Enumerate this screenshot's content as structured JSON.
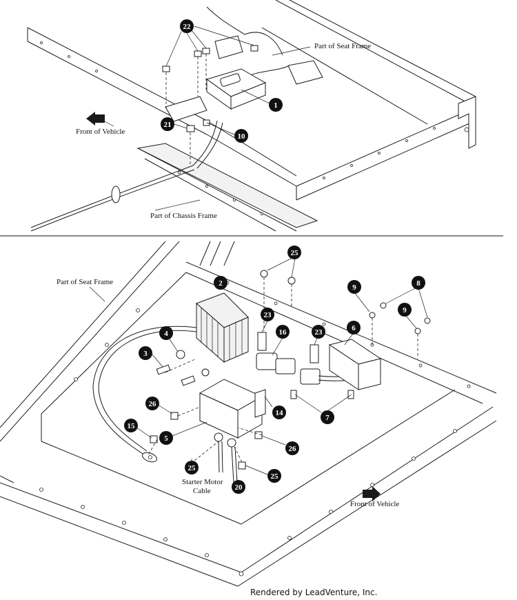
{
  "top_view": {
    "labels": {
      "seat_frame": "Part of Seat Frame",
      "chassis_frame": "Part of Chassis Frame",
      "front": "Front of Vehicle"
    },
    "callouts": [
      "22",
      "1",
      "21",
      "10"
    ]
  },
  "bottom_view": {
    "labels": {
      "seat_frame": "Part of Seat Frame",
      "front": "Front of Vehicle",
      "starter_cable_line1": "Starter Motor",
      "starter_cable_line2": "Cable"
    },
    "callouts": [
      "25",
      "2",
      "9",
      "8",
      "9",
      "23",
      "16",
      "23",
      "6",
      "4",
      "3",
      "26",
      "15",
      "5",
      "14",
      "7",
      "26",
      "25",
      "20",
      "25"
    ]
  },
  "footer": "Rendered by LeadVenture, Inc."
}
